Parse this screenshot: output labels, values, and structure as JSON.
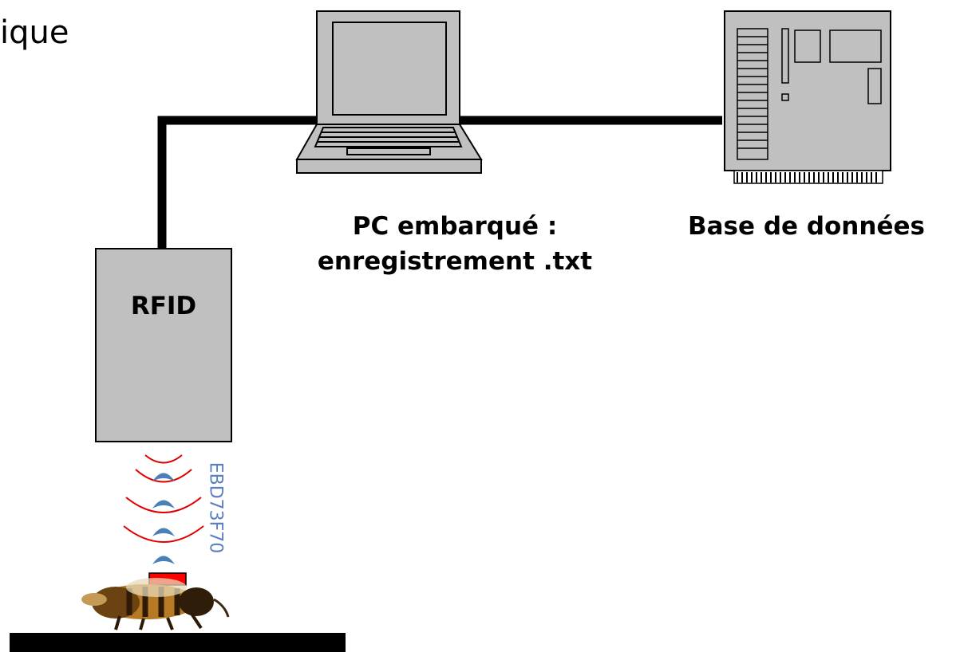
{
  "title": "ique",
  "nodes": {
    "pc_label_line1": "PC embarqué :",
    "pc_label_line2": "enregistrement .txt",
    "database_label": "Base de données",
    "rfid_label": "RFID",
    "tag_id": "EBD73F70"
  },
  "colors": {
    "line": "#000000",
    "device_fill": "#c0c0c0",
    "wave_red": "#e00000",
    "wave_blue": "#4a7fb8",
    "tag_red": "#ff0000",
    "tag_text": "#5b7fc4"
  },
  "icons": [
    "laptop-icon",
    "server-tower-icon",
    "bee-icon",
    "rfid-tag-icon"
  ]
}
